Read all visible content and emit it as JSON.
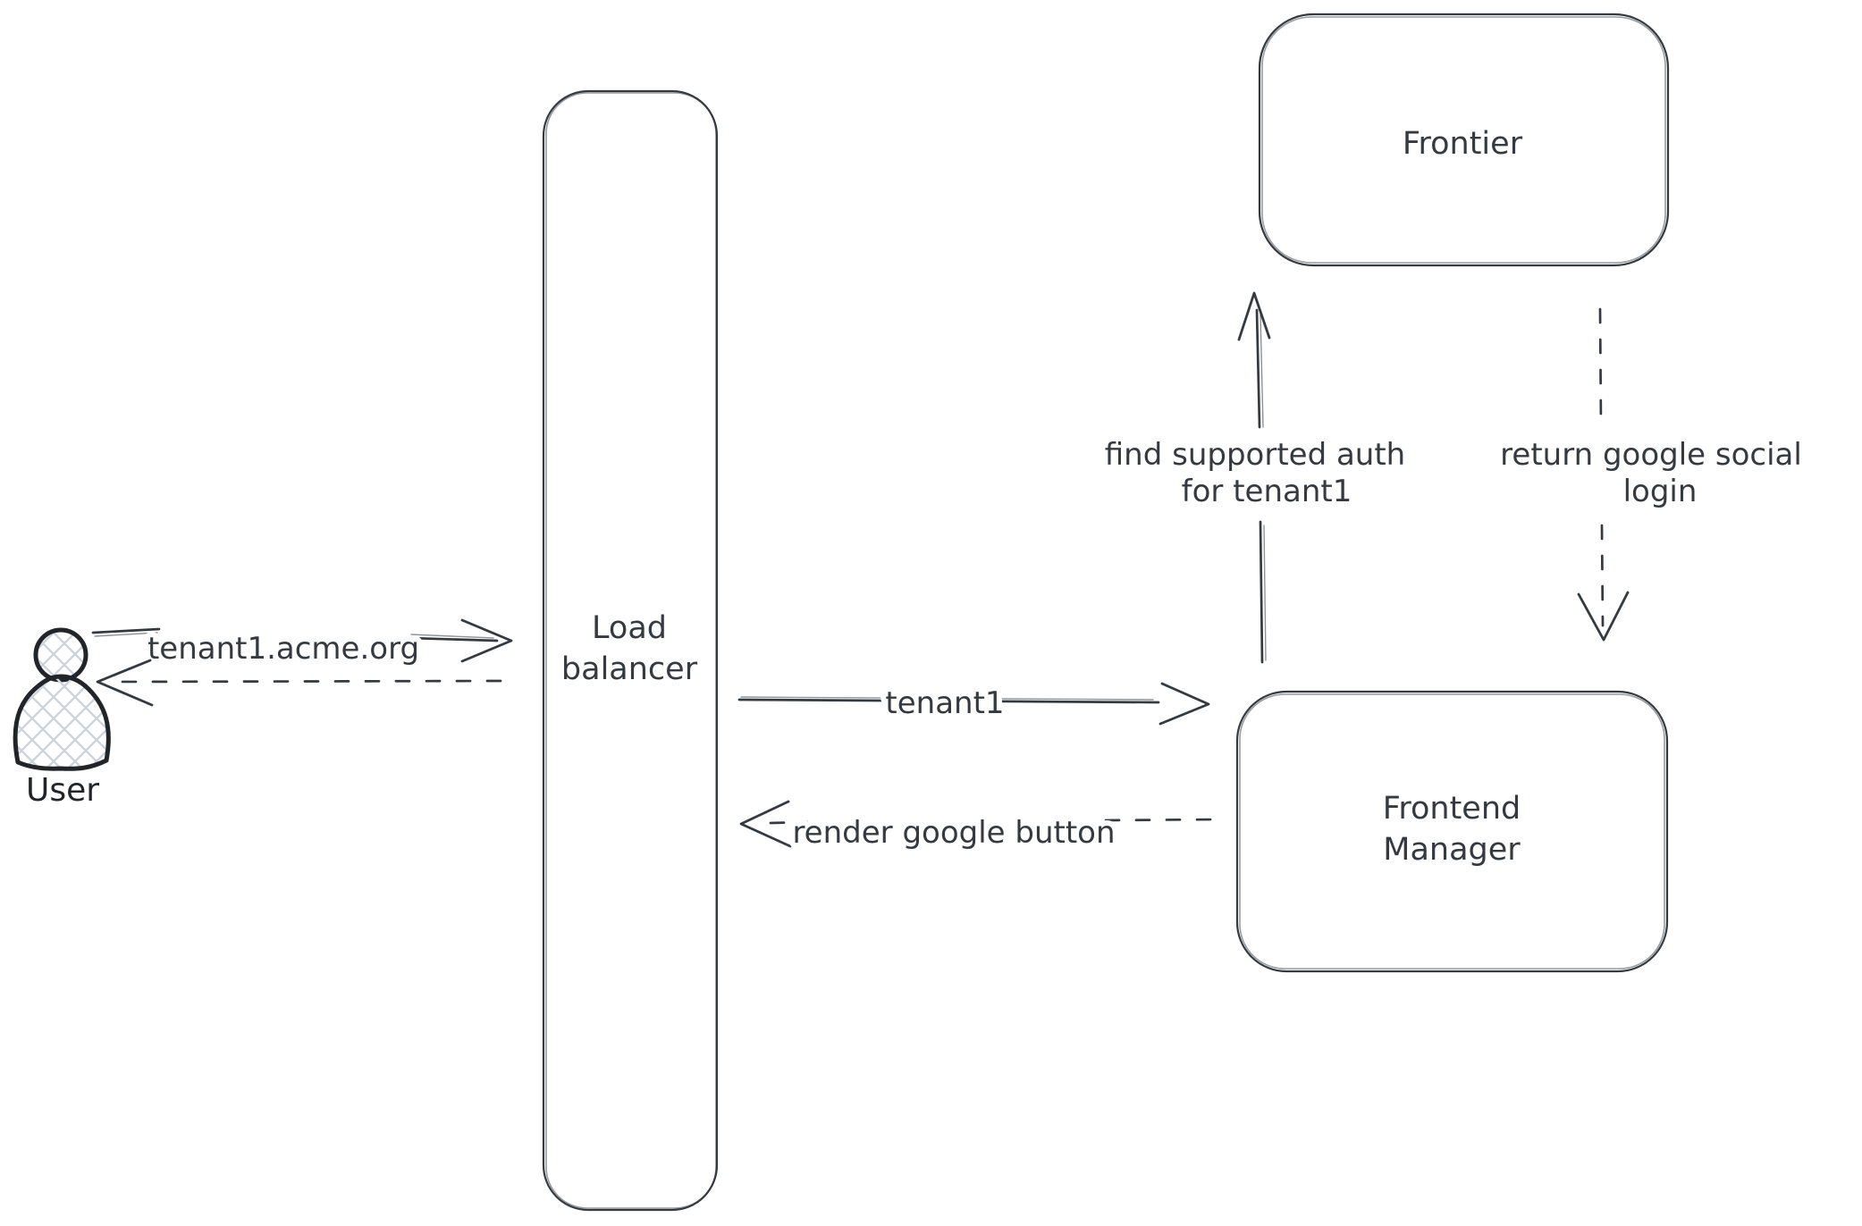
{
  "diagram": {
    "nodes": {
      "user": {
        "label": "User",
        "type": "actor"
      },
      "load_balancer": {
        "line1": "Load",
        "line2": "balancer"
      },
      "frontier": {
        "label": "Frontier"
      },
      "frontend_manager": {
        "line1": "Frontend",
        "line2": "Manager"
      }
    },
    "edges": {
      "user_to_lb": {
        "label": "tenant1.acme.org",
        "from": "user",
        "to": "load_balancer",
        "style": "solid",
        "direction": "right"
      },
      "lb_to_user": {
        "label": "",
        "from": "load_balancer",
        "to": "user",
        "style": "dashed",
        "direction": "left"
      },
      "lb_to_fm": {
        "label": "tenant1",
        "from": "load_balancer",
        "to": "frontend_manager",
        "style": "solid",
        "direction": "right"
      },
      "fm_to_lb": {
        "label": "render google button",
        "from": "frontend_manager",
        "to": "load_balancer",
        "style": "dashed",
        "direction": "left"
      },
      "fm_to_frontier": {
        "line1": "find supported auth",
        "line2": "for tenant1",
        "from": "frontend_manager",
        "to": "frontier",
        "style": "solid",
        "direction": "up"
      },
      "frontier_to_fm": {
        "line1": "return google social",
        "line2": "login",
        "from": "frontier",
        "to": "frontend_manager",
        "style": "dashed",
        "direction": "down"
      }
    },
    "colors": {
      "stroke": "#343a40",
      "actor_stroke": "#212529",
      "crosshatch_fill": "#ccd4dc",
      "background": "#ffffff"
    }
  }
}
